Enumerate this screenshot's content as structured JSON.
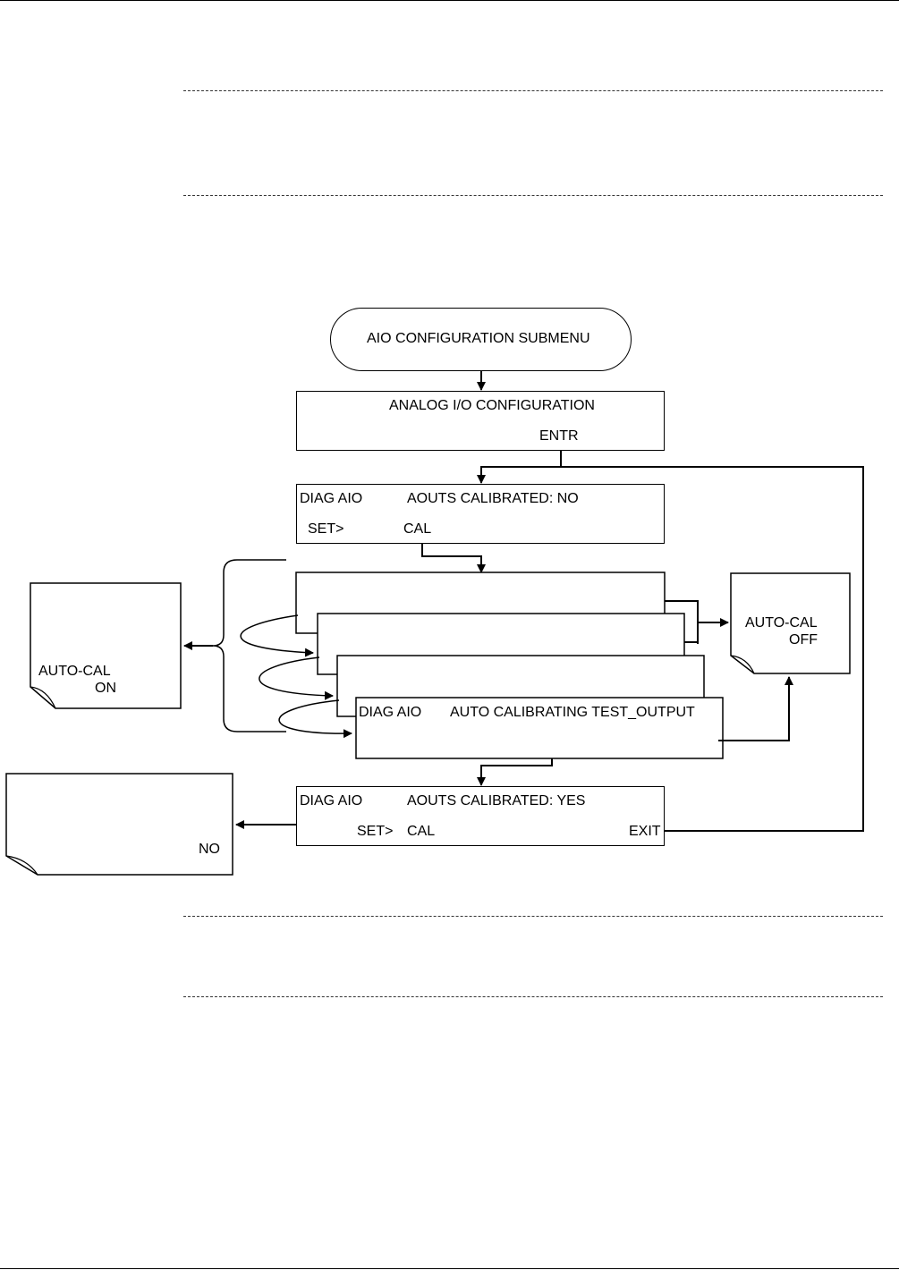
{
  "start_node": {
    "label": "AIO CONFIGURATION SUBMENU"
  },
  "analog_io_screen": {
    "line1": "ANALOG I/O CONFIGURATION",
    "button": "ENTR"
  },
  "cal_not_done_screen": {
    "mode": "DIAG AIO",
    "status": "AOUTS CALIBRATED: NO",
    "set_button": "SET>",
    "cal_button": "CAL"
  },
  "calibrating_screen": {
    "mode": "DIAG AIO",
    "status": "AUTO CALIBRATING TEST_OUTPUT"
  },
  "cal_done_screen": {
    "mode": "DIAG AIO",
    "status": "AOUTS CALIBRATED: YES",
    "set_button": "SET>",
    "cal_button": "CAL",
    "exit_button": "EXIT"
  },
  "note_autocal_on": {
    "line1": "AUTO-CAL",
    "line2": "ON"
  },
  "note_autocal_off": {
    "line1": "AUTO-CAL",
    "line2": "OFF"
  },
  "note_no": {
    "text": "NO"
  }
}
